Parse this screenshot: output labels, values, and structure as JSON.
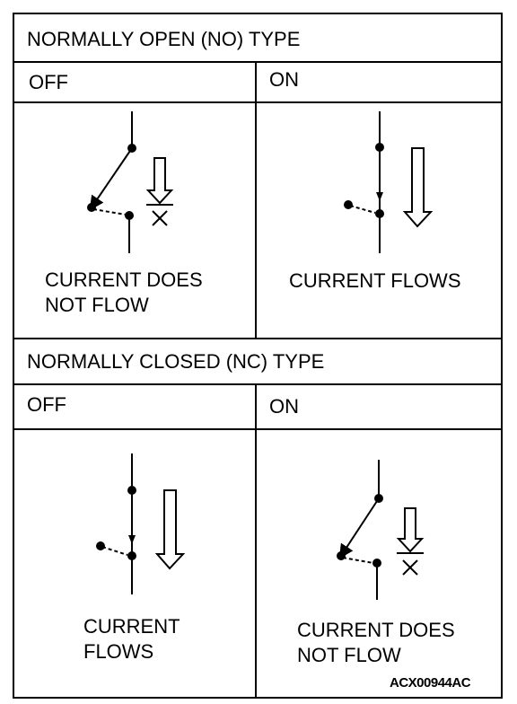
{
  "no_section": {
    "title": "NORMALLY OPEN (NO) TYPE",
    "off_label": "OFF",
    "on_label": "ON",
    "off_caption": "CURRENT DOES\nNOT FLOW",
    "on_caption": "CURRENT FLOWS"
  },
  "nc_section": {
    "title": "NORMALLY CLOSED (NC) TYPE",
    "off_label": "OFF",
    "on_label": "ON",
    "off_caption": "CURRENT\nFLOWS",
    "on_caption": "CURRENT DOES\nNOT FLOW"
  },
  "figure_code": "ACX00944AC"
}
